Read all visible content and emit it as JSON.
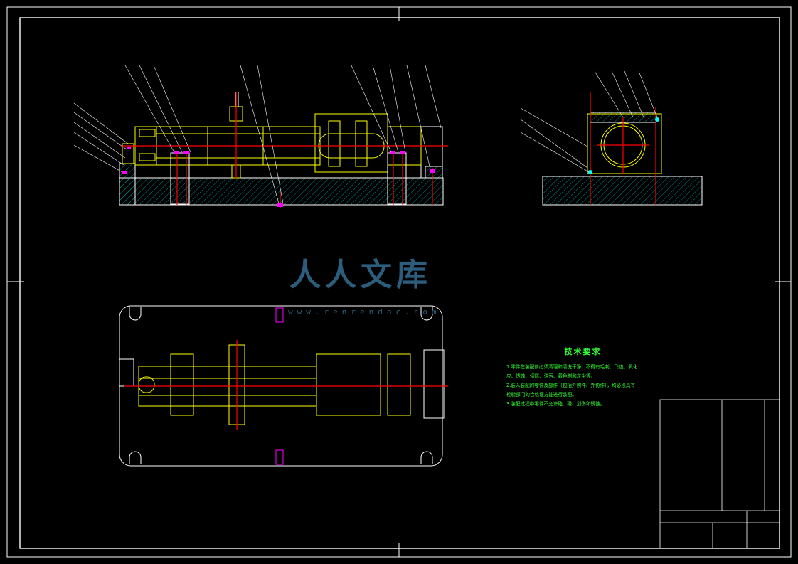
{
  "technical_requirements": {
    "title": "技术要求",
    "lines": [
      "1.零件在装配前必须清理和清洗干净，不得有毛刺、飞边、氧化",
      "皮、锈蚀、切屑、油污、着色剂和灰尘等。",
      "2.装入装配的零件及部件（包括外购件、外协件），均必须具有",
      "检验部门的合格证方能进行装配。",
      "3.装配过程中零件不允许磕、碰、划伤和锈蚀。"
    ]
  },
  "watermark": {
    "text": "人人文库",
    "url": "www.renrendoc.com"
  },
  "colors": {
    "frame": "#ffffff",
    "part": "#ffff00",
    "centerline": "#ff0000",
    "hatch": "#00a8a8",
    "fastener": "#ff00ff",
    "text": "#33ff33",
    "watermark": "#2c5d7c"
  }
}
